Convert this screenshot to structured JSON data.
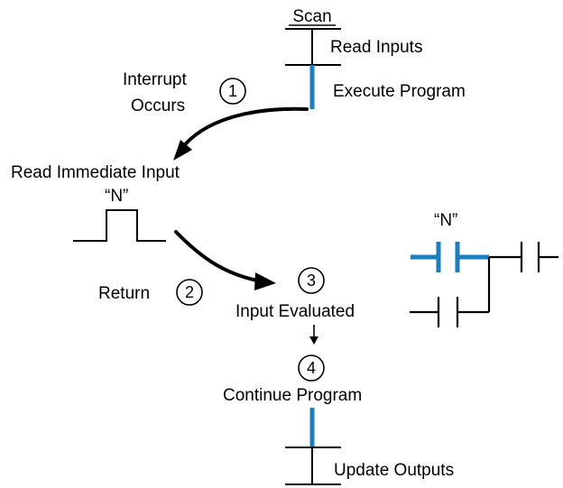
{
  "labels": {
    "scan": "Scan",
    "read_inputs": "Read Inputs",
    "execute_program": "Execute Program",
    "interrupt_line1": "Interrupt",
    "interrupt_line2": "Occurs",
    "read_immediate": "Read Immediate Input",
    "pulse_label": "“N”",
    "return": "Return",
    "input_evaluated": "Input Evaluated",
    "continue_program": "Continue Program",
    "update_outputs": "Update Outputs",
    "ladder_label": "“N”"
  },
  "steps": [
    "1",
    "2",
    "3",
    "4"
  ],
  "colors": {
    "accent": "#1a7fbf",
    "line": "#000000"
  }
}
